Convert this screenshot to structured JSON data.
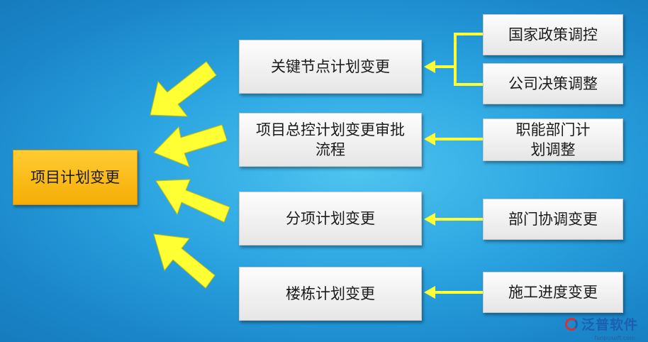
{
  "main_node": {
    "label": "项目计划变更"
  },
  "middle_nodes": [
    {
      "label": "关键节点计划变更"
    },
    {
      "label": "项目总控计划变更审批流程"
    },
    {
      "label": "分项计划变更"
    },
    {
      "label": "楼栋计划变更"
    }
  ],
  "source_nodes": [
    {
      "label": "国家政策调控"
    },
    {
      "label": "公司决策调整"
    },
    {
      "label": "职能部门计划调整"
    },
    {
      "label": "部门协调变更"
    },
    {
      "label": "施工进度变更"
    }
  ],
  "colors": {
    "background": "#2aa3e0",
    "main_node_fill": "#f5ad05",
    "arrow_yellow": "#ffff33",
    "box_fill": "#eeeeee"
  },
  "watermark": {
    "name": "泛普软件",
    "url": "fanpusoft.com"
  }
}
